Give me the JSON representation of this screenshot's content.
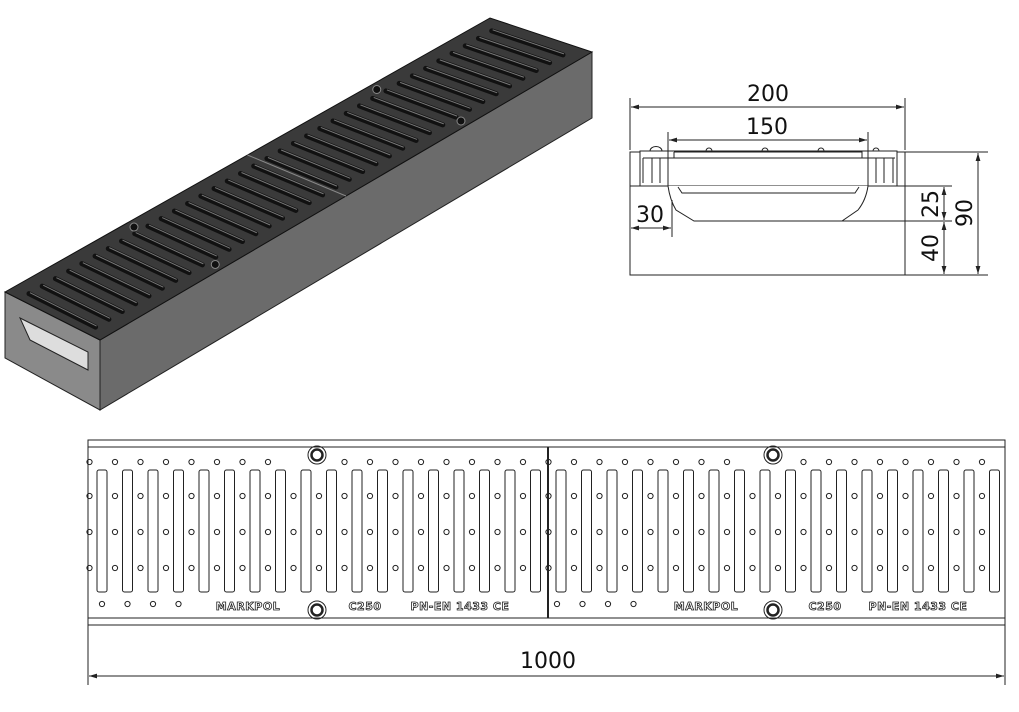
{
  "drawing": {
    "section_dimensions": {
      "total_width": "200",
      "inner_width": "150",
      "wall_thickness": "30",
      "grate_depth": "25",
      "bottom_thickness": "40",
      "total_height": "90"
    },
    "plan_dimensions": {
      "length": "1000"
    },
    "grate_markings": {
      "brand": "MARKPOL",
      "load_class": "C250",
      "standard": "PN-EN 1433 CE"
    },
    "colors": {
      "line": "#222222",
      "iso_top": "#3a3a3a",
      "iso_side": "#6b6b6b",
      "iso_end": "#8a8a8a"
    }
  }
}
